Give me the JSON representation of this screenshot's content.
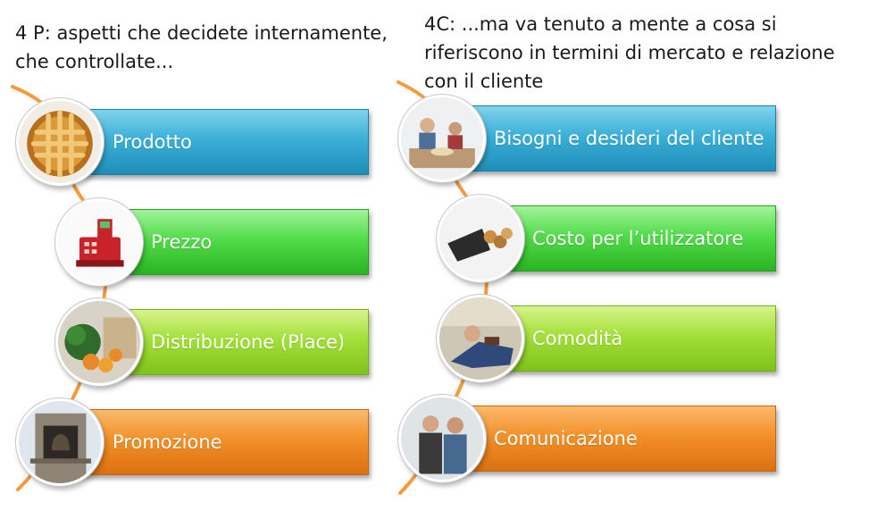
{
  "left": {
    "heading": "4 P: aspetti che decidete internamente, che controllate...",
    "items": [
      {
        "label": "Prodotto",
        "icon": "pie-icon"
      },
      {
        "label": "Prezzo",
        "icon": "cash-register-icon"
      },
      {
        "label": "Distribuzione (Place)",
        "icon": "produce-icon"
      },
      {
        "label": "Promozione",
        "icon": "bell-tower-icon"
      }
    ]
  },
  "right": {
    "heading": "4C: ...ma va tenuto a mente a cosa si riferiscono in termini di mercato e relazione con il cliente",
    "items": [
      {
        "label": "Bisogni e desideri del cliente",
        "icon": "family-dinner-icon"
      },
      {
        "label": "Costo per l’utilizzatore",
        "icon": "wallet-icon"
      },
      {
        "label": "Comodità",
        "icon": "relaxing-person-icon"
      },
      {
        "label": "Comunicazione",
        "icon": "two-men-talking-icon"
      }
    ]
  },
  "colors": {
    "connector": "#f59b3c",
    "blue": "#3cb0d8",
    "green": "#52dc4a",
    "light_green": "#a3e03a",
    "orange": "#f2912a"
  }
}
